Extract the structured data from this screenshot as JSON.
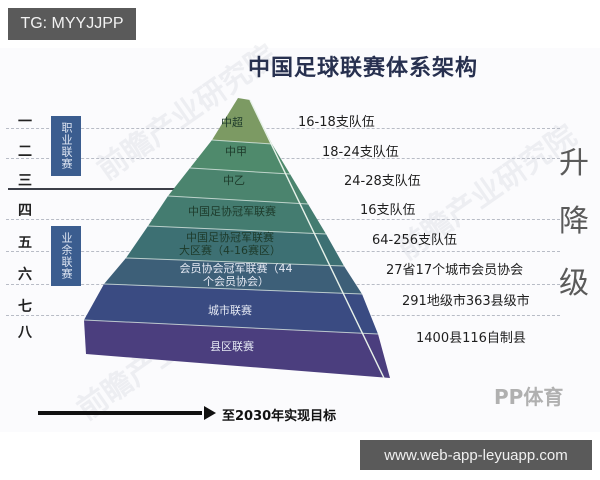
{
  "overlay": {
    "top_badge": "TG: MYYJJPP",
    "bottom_badge": "www.web-app-leyuapp.com"
  },
  "diagram": {
    "title": "中国足球联赛体系架构",
    "levels": [
      "一",
      "二",
      "三",
      "四",
      "五",
      "六",
      "七",
      "八"
    ],
    "groups": [
      {
        "label": "职业联赛",
        "color": "#3b5d8f"
      },
      {
        "label": "业余联赛",
        "color": "#3b5d8f"
      }
    ],
    "tiers": [
      {
        "name": "中超",
        "count": "16-18支队伍",
        "color": "#7c9a63"
      },
      {
        "name": "中甲",
        "count": "18-24支队伍",
        "color": "#4f8a6c"
      },
      {
        "name": "中乙",
        "count": "24-28支队伍",
        "color": "#4b846e"
      },
      {
        "name": "中国足协冠军联赛",
        "count": "16支队伍",
        "color": "#447c70"
      },
      {
        "name_line1": "中国足协冠军联赛",
        "name_line2": "大区赛（4-16赛区）",
        "count": "64-256支队伍",
        "color": "#3d7073"
      },
      {
        "name_line1": "会员协会冠军联赛（44",
        "name_line2": "个会员协会）",
        "count": "27省17个城市会员协会",
        "color": "#3d5f78"
      },
      {
        "name": "城市联赛",
        "count": "291地级市363县级市",
        "color": "#3a4b82"
      },
      {
        "name": "县区联赛",
        "count": "1400县116自制县",
        "color": "#4b3e7e"
      }
    ],
    "side_label": [
      "升",
      "降",
      "级"
    ],
    "arrow_label": "至2030年实现目标",
    "brand": "PP体育",
    "watermark_text": "前瞻产业研究院"
  }
}
